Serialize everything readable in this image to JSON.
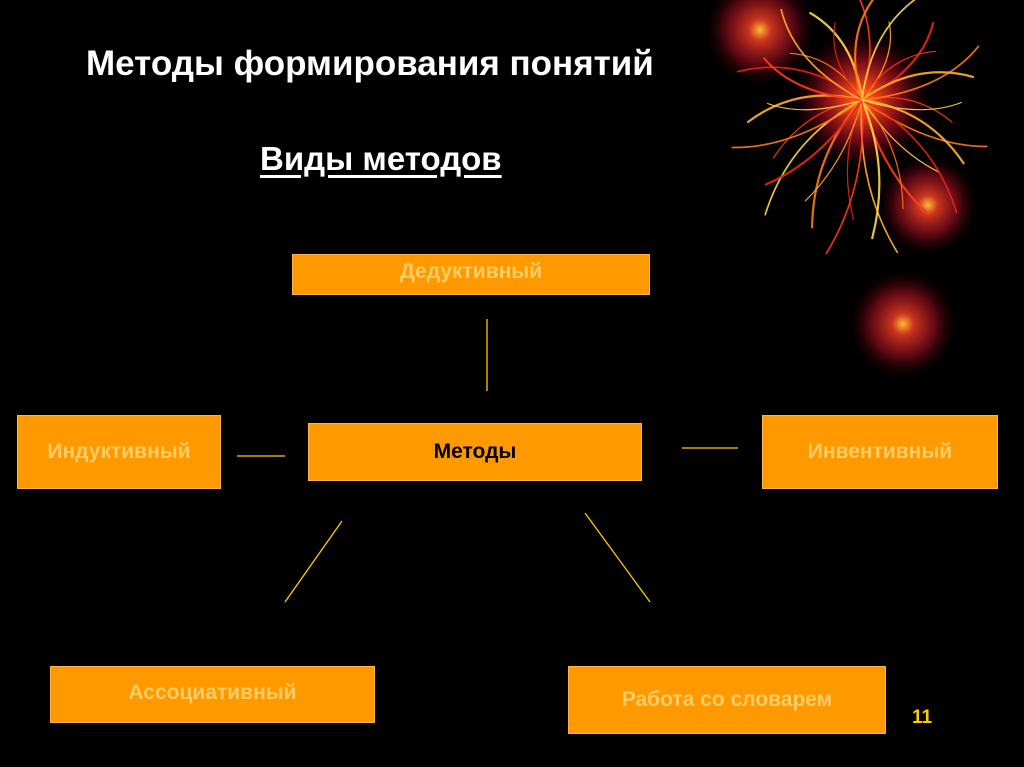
{
  "slide": {
    "title": "Методы формирования понятий",
    "subtitle": "Виды методов",
    "page_number": "11"
  },
  "diagram": {
    "center": {
      "label": "Методы"
    },
    "nodes": {
      "deductive": {
        "label": "Дедуктивный"
      },
      "inductive": {
        "label": "Индуктивный"
      },
      "inventive": {
        "label": "Инвентивный"
      },
      "associative": {
        "label": "Ассоциативный"
      },
      "dictionary": {
        "label": "Работа со словарем"
      }
    }
  },
  "colors": {
    "background": "#000000",
    "box_fill": "#ff9900",
    "node_text": "#ffcc66",
    "center_text": "#000000",
    "connector": "#ffcc00",
    "title_text": "#ffffff",
    "page_number": "#ffcc00"
  },
  "icons": {
    "decoration": "firework-burst-icon"
  }
}
